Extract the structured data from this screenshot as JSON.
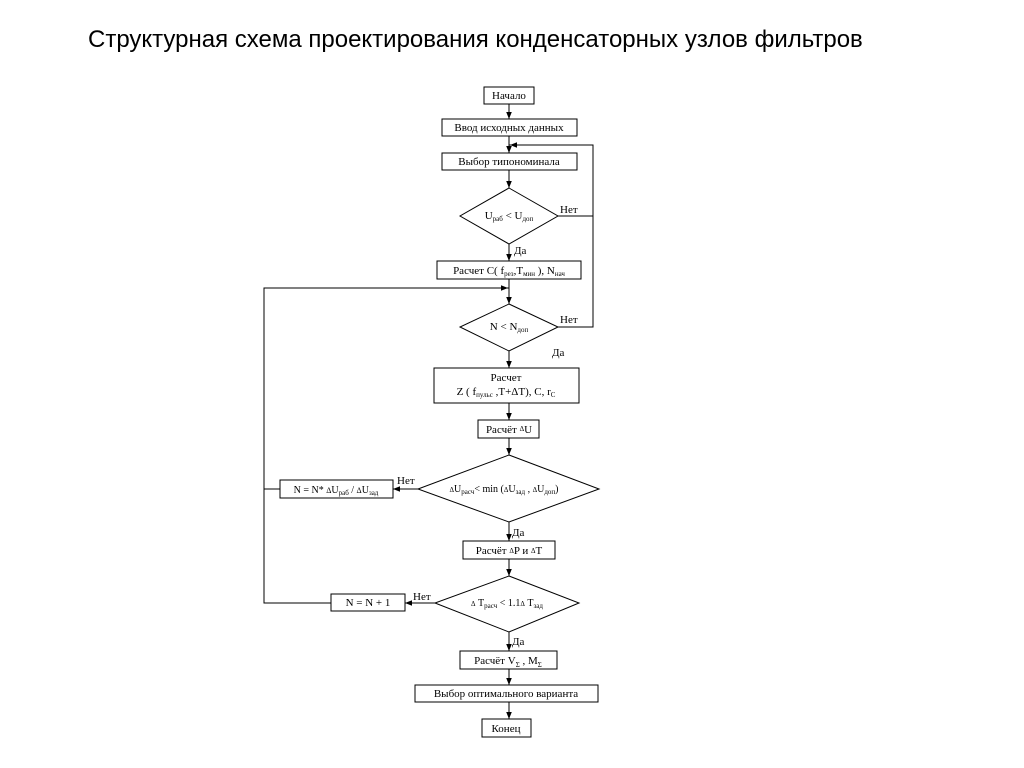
{
  "title": "Структурная схема проектирования конденсаторных узлов фильтров",
  "nodes": {
    "start": "Начало",
    "input": "Ввод исходных данных",
    "select_nominal": "Выбор типономинала",
    "decision1": {
      "main": "U",
      "sub1": "раб",
      "op": " < U",
      "sub2": "доп"
    },
    "calc_c": {
      "part1": "Расчет C(  f",
      "sub1": "рез",
      "part2": ",T",
      "sub2": "мин",
      "part3": " ), N",
      "sub3": "нач"
    },
    "decision2": {
      "main": "N < N",
      "sub": "доп"
    },
    "calc_z": {
      "line1": "Расчет",
      "part1": "Z ( f",
      "sub1": "пульс",
      "part2": " ,T+ΔT), C,  r",
      "sub2": "C"
    },
    "calc_du": {
      "text": "Расчёт ",
      "delta": "Δ",
      "u": "U"
    },
    "decision3": {
      "delta1": "Δ",
      "u1": "U",
      "sub1": "расч",
      "part1": "< min (",
      "delta2": "Δ",
      "u2": "U",
      "sub2": "зад",
      "comma": " ,  ",
      "delta3": "Δ",
      "u3": "U",
      "sub3": "доп",
      "close": ")"
    },
    "n_update1": {
      "part1": "N = N*  ",
      "delta1": "Δ",
      "u1": "U",
      "sub1": "раб",
      "slash": " / ",
      "delta2": "Δ",
      "u2": "U",
      "sub2": "зад"
    },
    "calc_dp": {
      "text": "Расчёт ",
      "delta1": "Δ",
      "p": "P и ",
      "delta2": "Δ",
      "t": "T"
    },
    "decision4": {
      "delta1": "Δ",
      "t1": " T",
      "sub1": "расч",
      "part": " < 1.1",
      "delta2": "Δ",
      "t2": " T",
      "sub2": "зад"
    },
    "n_update2": "N = N + 1",
    "calc_v": {
      "text": "Расчёт V",
      "sub1": "Σ",
      "mid": " , M",
      "sub2": "Σ"
    },
    "select_optimal": "Выбор оптимального варианта",
    "end": "Конец"
  },
  "edge_labels": {
    "d1_no": "Нет",
    "d1_yes": "Да",
    "d2_no": "Нет",
    "d2_yes": "Да",
    "d3_no": "Нет",
    "d3_yes": "Да",
    "d4_no": "Нет",
    "d4_yes": "Да"
  }
}
